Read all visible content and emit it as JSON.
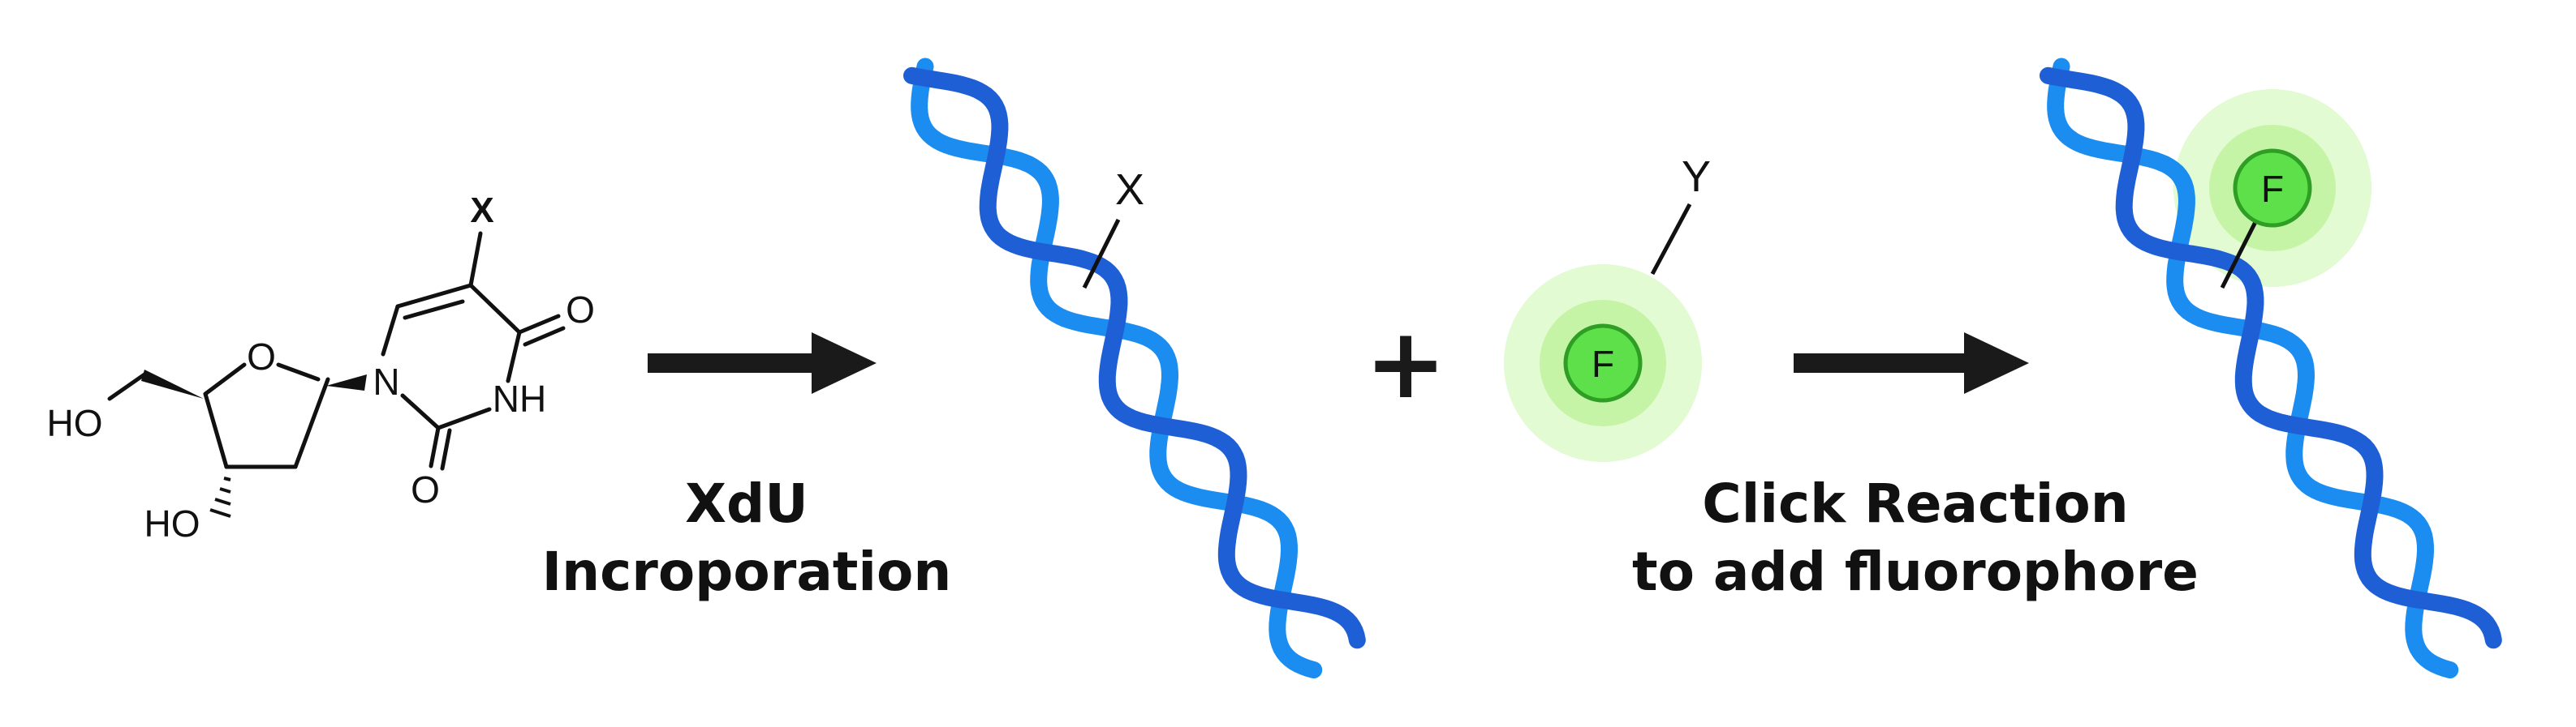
{
  "molecule": {
    "substituent": "X",
    "atoms": {
      "ring_oxygen": "O",
      "nitrogen": "N",
      "carbonyl_top": "O",
      "nh": "NH",
      "carbonyl_bottom": "O",
      "ho_top": "HO",
      "ho_bottom": "HO"
    }
  },
  "step1": {
    "line1": "XdU",
    "line2": "Incroporation"
  },
  "dna_x": {
    "label": "X"
  },
  "plus": "+",
  "fluor_free": {
    "linker_label": "Y",
    "core_label": "F"
  },
  "step2": {
    "line1": "Click Reaction",
    "line2": "to add fluorophore"
  },
  "dna_labeled": {
    "core_label": "F"
  },
  "colors": {
    "strand_dark": "#1f5fd6",
    "strand_light": "#1b8df0",
    "arrow": "#1a1a1a",
    "glow_outer": "#e2fbd2",
    "glow_mid": "#c5f4a6",
    "glow_inner": "#a9ee83",
    "core_fill": "#5ee04b",
    "core_ring": "#2e9e24"
  }
}
